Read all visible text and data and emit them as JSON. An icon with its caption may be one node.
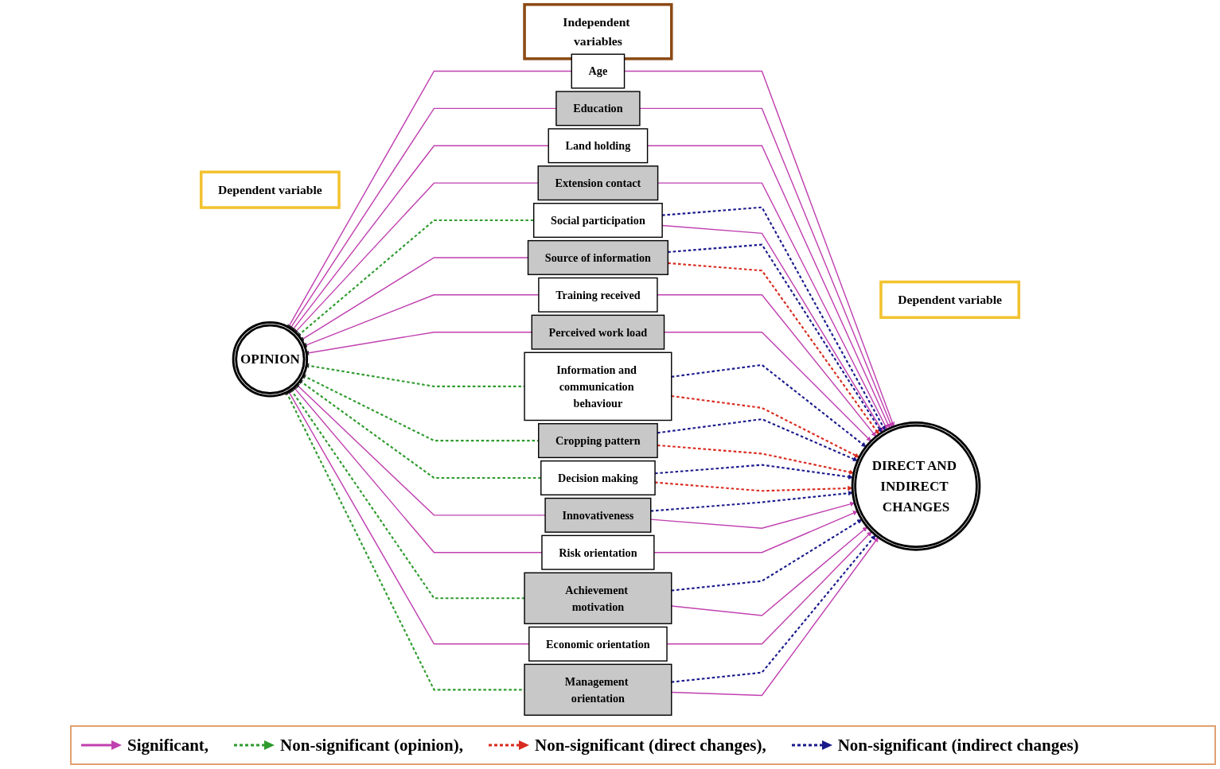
{
  "diagram": {
    "nodes": [
      {
        "text": [
          "Independent variables"
        ]
      },
      {
        "text": [
          "Dependent variable"
        ]
      },
      {
        "text": [
          "Dependent variable"
        ]
      },
      {
        "text": [
          "OPINION"
        ]
      },
      {
        "text": [
          "DIRECT AND INDIRECT CHANGES"
        ]
      },
      {
        "text": [
          "Age"
        ]
      },
      {
        "text": [
          "Education"
        ]
      },
      {
        "text": [
          "Land holding"
        ]
      },
      {
        "text": [
          "Extension contact"
        ]
      },
      {
        "text": [
          "Social participation"
        ]
      },
      {
        "text": [
          "Source of information"
        ]
      },
      {
        "text": [
          "Training received"
        ]
      },
      {
        "text": [
          "Perceived work load"
        ]
      },
      {
        "text": [
          "Information and communication behaviour"
        ]
      },
      {
        "text": [
          "Cropping pattern"
        ]
      },
      {
        "text": [
          "Decision making"
        ]
      },
      {
        "text": [
          "Innovativeness"
        ]
      },
      {
        "text": [
          "Risk orientation"
        ]
      },
      {
        "text": [
          "Achievement motivation"
        ]
      },
      {
        "text": [
          "Economic orientation"
        ]
      },
      {
        "text": [
          "Management orientation"
        ]
      }
    ],
    "edges": [
      {
        "from": 5,
        "to": 3,
        "arrow": "to"
      },
      {
        "from": 6,
        "to": 3,
        "arrow": "to"
      },
      {
        "from": 7,
        "to": 3,
        "arrow": "to"
      },
      {
        "from": 8,
        "to": 3,
        "arrow": "to"
      },
      {
        "from": 9,
        "to": 3,
        "arrow": "to",
        "style": "dashed",
        "color": "#2e9b2e"
      },
      {
        "from": 10,
        "to": 3,
        "arrow": "to"
      },
      {
        "from": 11,
        "to": 3,
        "arrow": "to"
      },
      {
        "from": 12,
        "to": 3,
        "arrow": "to"
      },
      {
        "from": 13,
        "to": 3,
        "arrow": "to",
        "style": "dashed",
        "color": "#2e9b2e"
      },
      {
        "from": 14,
        "to": 3,
        "arrow": "to",
        "style": "dashed",
        "color": "#2e9b2e"
      },
      {
        "from": 15,
        "to": 3,
        "arrow": "to",
        "style": "dashed",
        "color": "#2e9b2e"
      },
      {
        "from": 16,
        "to": 3,
        "arrow": "to"
      },
      {
        "from": 17,
        "to": 3,
        "arrow": "to"
      },
      {
        "from": 18,
        "to": 3,
        "arrow": "to",
        "style": "dashed",
        "color": "#2e9b2e"
      },
      {
        "from": 19,
        "to": 3,
        "arrow": "to"
      },
      {
        "from": 20,
        "to": 3,
        "arrow": "to",
        "style": "dashed",
        "color": "#2e9b2e"
      },
      {
        "from": 5,
        "to": 4,
        "arrow": "to"
      },
      {
        "from": 6,
        "to": 4,
        "arrow": "to"
      },
      {
        "from": 7,
        "to": 4,
        "arrow": "to"
      },
      {
        "from": 8,
        "to": 4,
        "arrow": "to"
      },
      {
        "from": 9,
        "to": 4,
        "arrow": "to",
        "style": "dashed",
        "color": "#1a1a8c"
      },
      {
        "from": 9,
        "to": 4,
        "arrow": "to"
      },
      {
        "from": 10,
        "to": 4,
        "arrow": "to",
        "style": "dashed",
        "color": "#1a1a8c"
      },
      {
        "from": 10,
        "to": 4,
        "arrow": "to",
        "style": "dashed",
        "color": "#d92b1f"
      },
      {
        "from": 11,
        "to": 4,
        "arrow": "to"
      },
      {
        "from": 12,
        "to": 4,
        "arrow": "to"
      },
      {
        "from": 13,
        "to": 4,
        "arrow": "to",
        "style": "dashed",
        "color": "#1a1a8c"
      },
      {
        "from": 13,
        "to": 4,
        "arrow": "to",
        "style": "dashed",
        "color": "#d92b1f"
      },
      {
        "from": 14,
        "to": 4,
        "arrow": "to",
        "style": "dashed",
        "color": "#1a1a8c"
      },
      {
        "from": 14,
        "to": 4,
        "arrow": "to",
        "style": "dashed",
        "color": "#d92b1f"
      },
      {
        "from": 15,
        "to": 4,
        "arrow": "to",
        "style": "dashed",
        "color": "#1a1a8c"
      },
      {
        "from": 15,
        "to": 4,
        "arrow": "to",
        "style": "dashed",
        "color": "#d92b1f"
      },
      {
        "from": 16,
        "to": 4,
        "arrow": "to",
        "style": "dashed",
        "color": "#1a1a8c"
      },
      {
        "from": 16,
        "to": 4,
        "arrow": "to"
      },
      {
        "from": 17,
        "to": 4,
        "arrow": "to"
      },
      {
        "from": 18,
        "to": 4,
        "arrow": "to",
        "style": "dashed",
        "color": "#1a1a8c"
      },
      {
        "from": 18,
        "to": 4,
        "arrow": "to"
      },
      {
        "from": 19,
        "to": 4,
        "arrow": "to"
      },
      {
        "from": 20,
        "to": 4,
        "arrow": "to",
        "style": "dashed",
        "color": "#1a1a8c"
      },
      {
        "from": 20,
        "to": 4,
        "arrow": "to"
      }
    ],
    "legend": [
      {
        "text": "Significant,"
      },
      {
        "text": "Non-significant (opinion),"
      },
      {
        "text": "Non-significant (direct changes),"
      },
      {
        "text": "Non-significant (indirect changes)"
      }
    ]
  }
}
